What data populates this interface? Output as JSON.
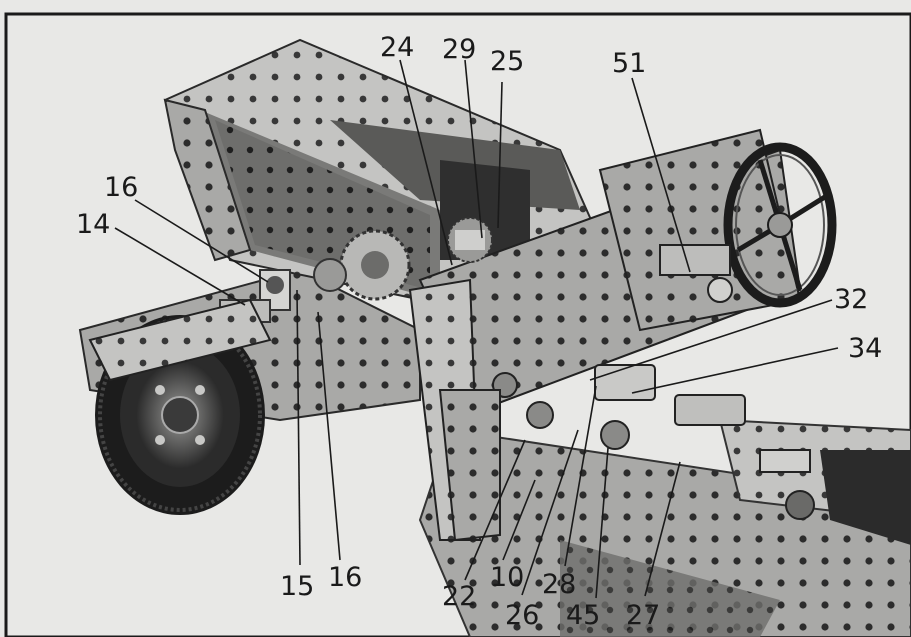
{
  "callouts": [
    {
      "id": "16a",
      "label": "16"
    },
    {
      "id": "14",
      "label": "14"
    },
    {
      "id": "24",
      "label": "24"
    },
    {
      "id": "29",
      "label": "29"
    },
    {
      "id": "25",
      "label": "25"
    },
    {
      "id": "51",
      "label": "51"
    },
    {
      "id": "32",
      "label": "32"
    },
    {
      "id": "34",
      "label": "34"
    },
    {
      "id": "15",
      "label": "15"
    },
    {
      "id": "16b",
      "label": "16"
    },
    {
      "id": "22",
      "label": "22"
    },
    {
      "id": "10",
      "label": "10"
    },
    {
      "id": "26",
      "label": "26"
    },
    {
      "id": "28",
      "label": "28"
    },
    {
      "id": "45",
      "label": "45"
    },
    {
      "id": "27",
      "label": "27"
    }
  ],
  "colors": {
    "paper": "#e8e8e6",
    "frame": "#1a1a1a",
    "metal_light": "#bdbdbb",
    "metal_mid": "#8a8a88",
    "metal_dark": "#3a3a3a",
    "tyre": "#1c1c1c"
  }
}
